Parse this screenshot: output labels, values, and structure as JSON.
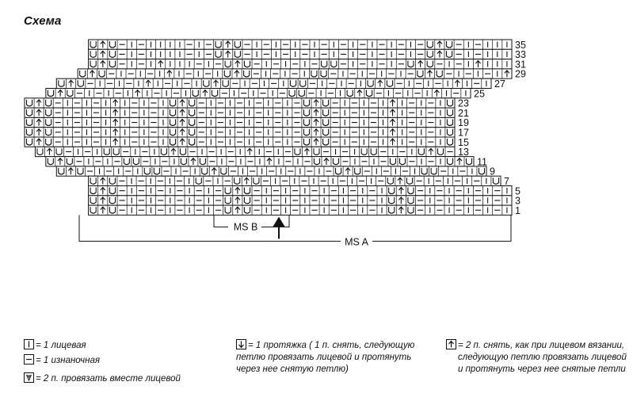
{
  "title": "Схема",
  "diagram": {
    "rows": [
      {
        "label": "35",
        "cells": "U^U–|–||||–|–U^U–|–|–|–|–|–|–|–|–|–"
      },
      {
        "label": "33",
        "cells": "U^U–|–||||–|–U^U–|–|–|–|–|–|–|–|–|–"
      },
      {
        "label": "31",
        "cells": "U^U–|–|^|||–|–U^U–|–|–|–UU–|–|–|–"
      },
      {
        "label": "29",
        "cells": "U^U–|–|–|^|–|–|U^U–|–|–|UU–|–|–|–|–"
      },
      {
        "label": "27",
        "cells": "U^U–|–|–|^|–|–|U^U–|–|–|UU–|–|–|"
      },
      {
        "label": "25",
        "cells": "U^U–|–|–|^|–|–|U^U–|–|–|–UU–|–|"
      },
      {
        "label": "23",
        "cells": "U^U–|–|–|^|–|–|U^U–|–|–|–|–|–"
      },
      {
        "label": "21",
        "cells": "U^U–|–|–|^|–|–|U^U–|–|–|–|–|–"
      },
      {
        "label": "19",
        "cells": "U^U–|–|–|^|–|–|U^U–|–|–|–|–|–"
      },
      {
        "label": "17",
        "cells": "U^U–|–|–|^|–|–|U^U–|–|–|–|–|–"
      },
      {
        "label": "15",
        "cells": "U^U–|–|–|^|–|–|U^U–|–|–|–|–|–"
      },
      {
        "label": "13",
        "cells": "U^U–|–|UU–|–|U^U–|–|–|^|–|–"
      },
      {
        "label": "11",
        "cells": "U^U–|–|–UU–|–|U^U–|–|–|^|–|–"
      },
      {
        "label": "9",
        "cells": "U^U–|–|–|UU–|–|U^U–|–|–|–|–|–"
      },
      {
        "label": "7",
        "cells": "U^U–|–|–|–|U–|–U^U–|–|–|–|–|–|–"
      },
      {
        "label": "5",
        "cells": "U^U–|–|–|–|–|–U^U–|–|–|–|–|–|–|"
      },
      {
        "label": "3",
        "cells": "U^U–|–|–|–|–|–U^U–|–|–|–|–|–|–|"
      },
      {
        "label": "1",
        "cells": "U^U–|–|–|–|–|–U^U–|–|–|–|–|–|–|"
      }
    ],
    "ms_b_label": "MS B",
    "ms_a_label": "MS A"
  },
  "legend": {
    "knit": "= 1 лицевая",
    "purl": "= 1 изнаночная",
    "k2tog": "= 2 п. провязать вместе лицевой",
    "slip_down_1": "= 1 протяжка ( 1 п. снять, следующую",
    "slip_down_2": "петлю провязать лицевой и протянуть",
    "slip_down_3": "через нее снятую петлю)",
    "slip_up_1": "= 2 п. снять, как при лицевом вязании,",
    "slip_up_2": "следующую петлю провязать лицевой",
    "slip_up_3": "и протянуть через нее снятые петли"
  },
  "colors": {
    "ink": "#111111",
    "paper": "#ffffff"
  }
}
